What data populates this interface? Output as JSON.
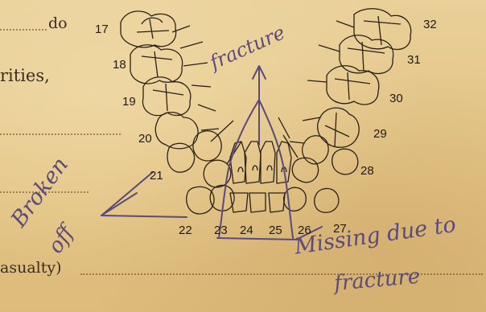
{
  "printed": {
    "line1_fragment": "do",
    "line2_fragment": "rities,",
    "line5_fragment": "asualty)"
  },
  "tooth_numbers": {
    "upper_left": [
      "17",
      "18",
      "19",
      "20",
      "21",
      "22"
    ],
    "lower_row": [
      "23",
      "24",
      "25",
      "26",
      "27"
    ],
    "upper_right": [
      "32",
      "31",
      "30",
      "29",
      "28"
    ]
  },
  "handwriting": {
    "fracture_top": "fracture",
    "broken_off_line1": "Broken",
    "broken_off_line2": "off",
    "missing_line1": "Missing due to",
    "missing_line2": "fracture"
  },
  "colors": {
    "paper": "#e6c98f",
    "print_ink": "#3a2e22",
    "pen_ink": "#5b4a7a"
  }
}
